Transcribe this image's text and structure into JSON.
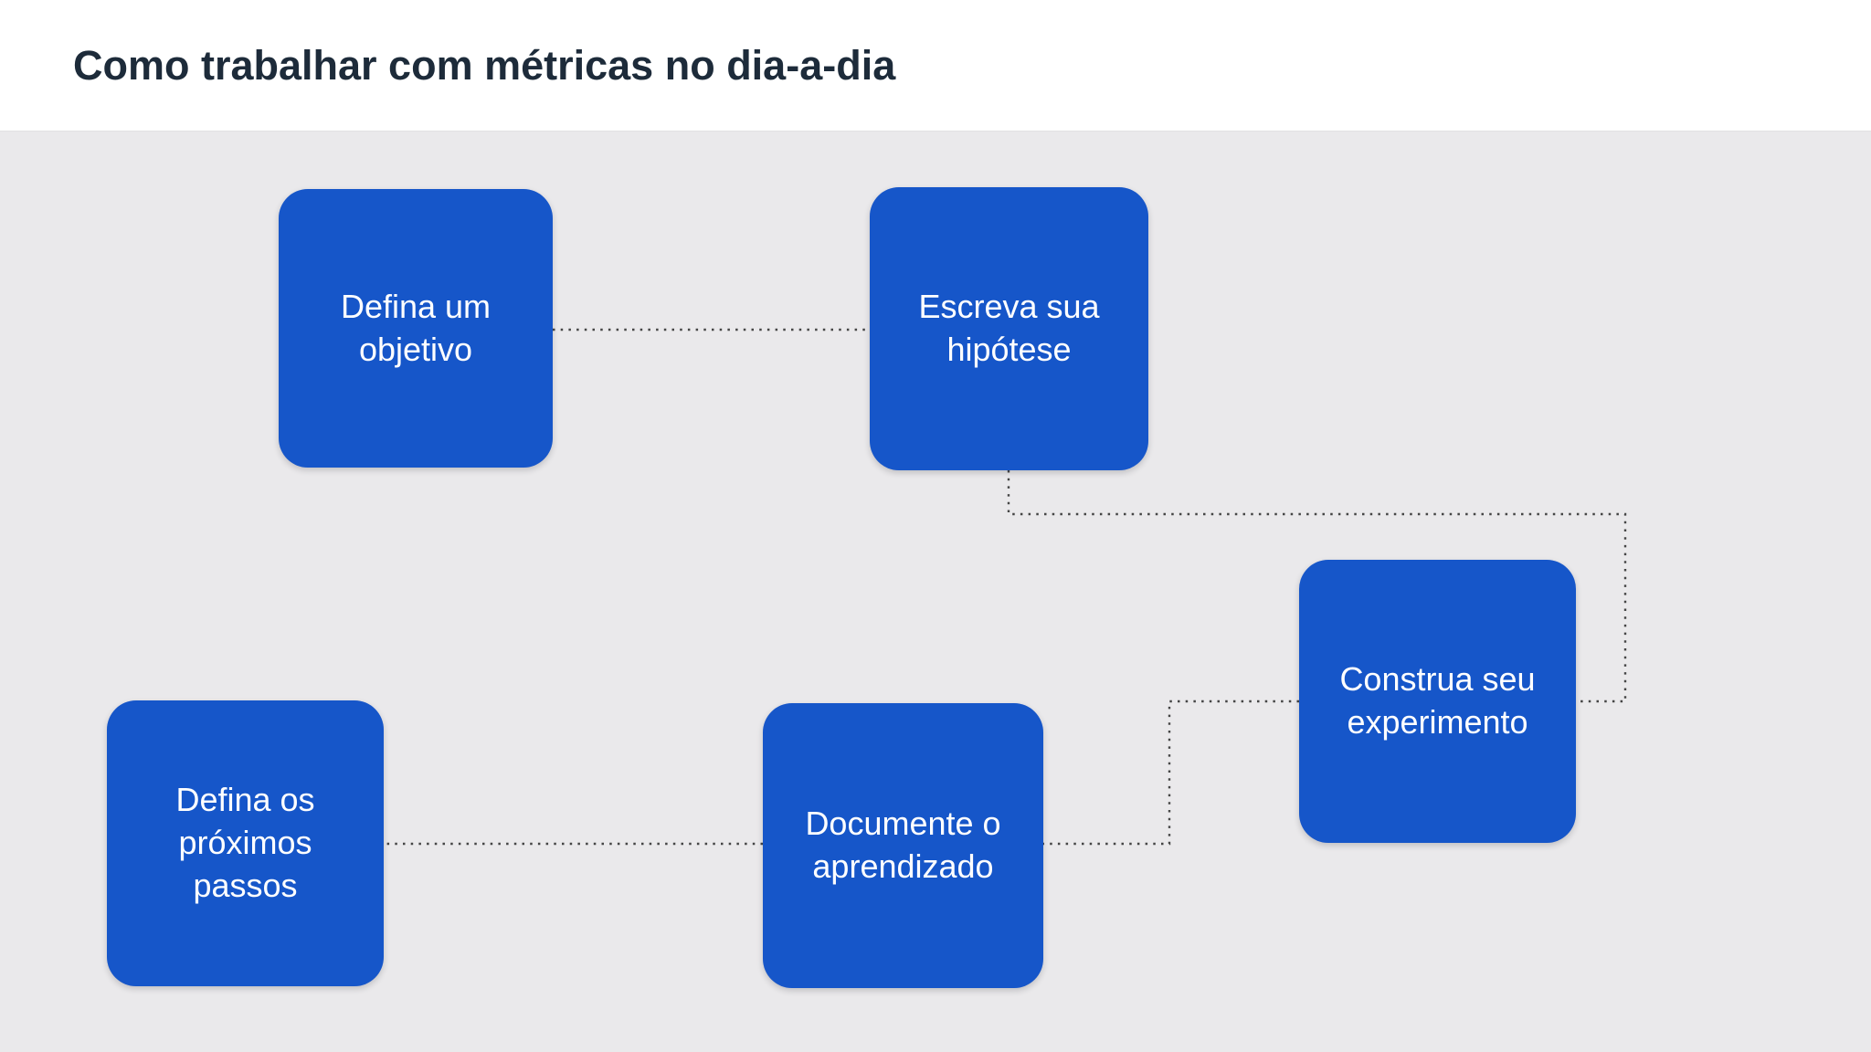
{
  "header": {
    "title": "Como trabalhar com métricas no dia-a-dia"
  },
  "flow": {
    "steps": [
      {
        "id": "step-1",
        "label": "Defina um objetivo"
      },
      {
        "id": "step-2",
        "label": "Escreva sua hipótese"
      },
      {
        "id": "step-3",
        "label": "Construa seu experimento"
      },
      {
        "id": "step-4",
        "label": "Documente o aprendizado"
      },
      {
        "id": "step-5",
        "label": "Defina os próximos passos"
      }
    ],
    "edges": [
      {
        "from": "step-1",
        "to": "step-2"
      },
      {
        "from": "step-2",
        "to": "step-3"
      },
      {
        "from": "step-3",
        "to": "step-4"
      },
      {
        "from": "step-4",
        "to": "step-5"
      }
    ],
    "connector_style": "dotted"
  },
  "colors": {
    "node_fill": "#1656C9",
    "node_text": "#FFFFFF",
    "connector": "#454545",
    "canvas_bg": "#EAE9EB",
    "header_bg": "#FFFFFF",
    "title_text": "#1D2B3A"
  }
}
